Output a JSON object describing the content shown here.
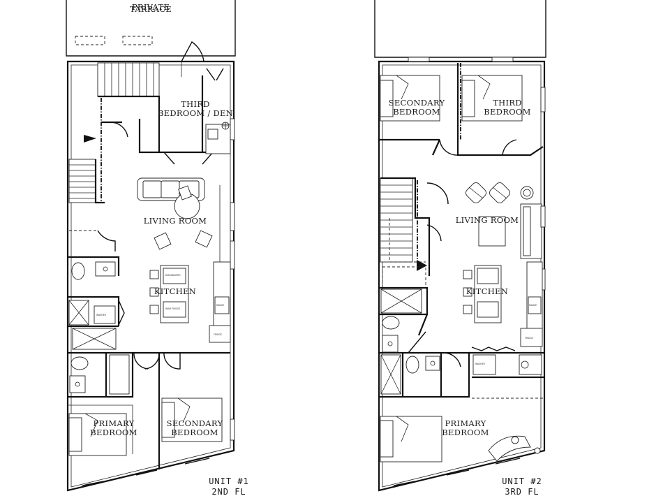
{
  "unit1": {
    "labels": {
      "terrace_line1": "PRIVATE",
      "terrace_line2": "TARRACE",
      "third_bedroom_line1": "THIRD",
      "third_bedroom_line2": "BEDROOM / DEN",
      "living_room": "LIVING ROOM",
      "kitchen": "KITCHEN",
      "primary_bedroom_line1": "PRIMARY",
      "primary_bedroom_line2": "BEDROOM",
      "secondary_bedroom_line1": "SECONDARY",
      "secondary_bedroom_line2": "BEDROOM"
    },
    "caption_line1": "UNIT #1",
    "caption_line2": "2ND FL"
  },
  "unit2": {
    "labels": {
      "secondary_bedroom_line1": "SECONDARY",
      "secondary_bedroom_line2": "BEDROOM",
      "third_bedroom_line1": "THIRD",
      "third_bedroom_line2": "BEDROOM",
      "living_room": "LIVING ROOM",
      "kitchen": "KITCHEN",
      "primary_bedroom_line1": "PRIMARY",
      "primary_bedroom_line2": "BEDROOM"
    },
    "caption_line1": "UNIT #2",
    "caption_line2": "3RD FL"
  }
}
